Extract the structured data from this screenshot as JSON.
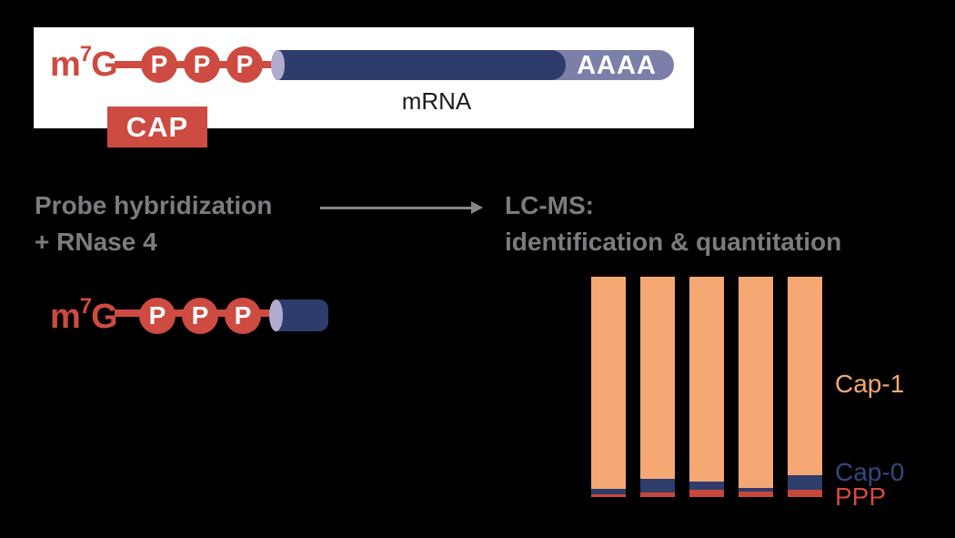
{
  "panel": {
    "m7g": {
      "m": "m",
      "sup": "7",
      "g": "G"
    },
    "phosphates": [
      "P",
      "P",
      "P"
    ],
    "polya": "AAAA",
    "mrna": "mRNA",
    "cap": "CAP"
  },
  "workflow": {
    "step1": [
      "Probe hybridization",
      "+ RNase 4"
    ],
    "step2": [
      "LC-MS:",
      "identification & quantitation"
    ]
  },
  "fragment": {
    "m7g": {
      "m": "m",
      "sup": "7",
      "g": "G"
    },
    "phosphates": [
      "P",
      "P",
      "P"
    ]
  },
  "chart_data": {
    "type": "bar",
    "stacked": true,
    "n_bars": 5,
    "categories": [
      "",
      "",
      "",
      "",
      ""
    ],
    "series": [
      {
        "name": "Cap-1",
        "color": "#f5a873",
        "label_color": "#f5a873",
        "values": [
          96.3,
          91.7,
          93.0,
          95.9,
          90.0
        ]
      },
      {
        "name": "Cap-0",
        "color": "#2e3d6c",
        "label_color": "#33487c",
        "values": [
          2.5,
          6.2,
          3.7,
          1.6,
          6.6
        ]
      },
      {
        "name": "PPP",
        "color": "#c7473c",
        "label_color": "#d6493d",
        "values": [
          1.2,
          2.1,
          3.3,
          2.5,
          3.4
        ]
      }
    ],
    "ylim": [
      0,
      100
    ],
    "unit": "percent",
    "axes_visible": false,
    "grid": false,
    "legend_position": "right"
  },
  "colors": {
    "background": "#000000",
    "panel_bg": "#ffffff",
    "red": "#cd4b40",
    "navy": "#2e3c6b",
    "lavender": "#b0accd",
    "polya_section": "#7c80a8",
    "gray_text": "#7b7c80",
    "arrow": "#85868a"
  }
}
